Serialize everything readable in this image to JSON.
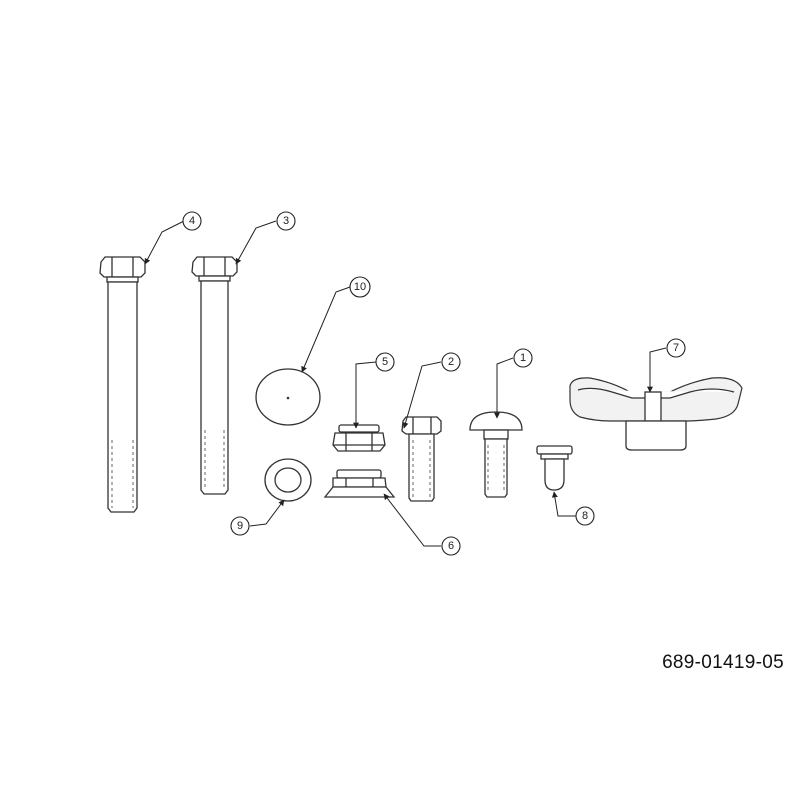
{
  "callouts": [
    {
      "id": "1",
      "label": "1"
    },
    {
      "id": "2",
      "label": "2"
    },
    {
      "id": "3",
      "label": "3"
    },
    {
      "id": "4",
      "label": "4"
    },
    {
      "id": "5",
      "label": "5"
    },
    {
      "id": "6",
      "label": "6"
    },
    {
      "id": "7",
      "label": "7"
    },
    {
      "id": "8",
      "label": "8",
      "highlight": "#f5e7a3"
    },
    {
      "id": "9",
      "label": "9"
    },
    {
      "id": "10",
      "label": "10"
    }
  ],
  "document_number": "689-01419-05",
  "colors": {
    "line": "#333333",
    "highlight": "#f5e7a3"
  }
}
